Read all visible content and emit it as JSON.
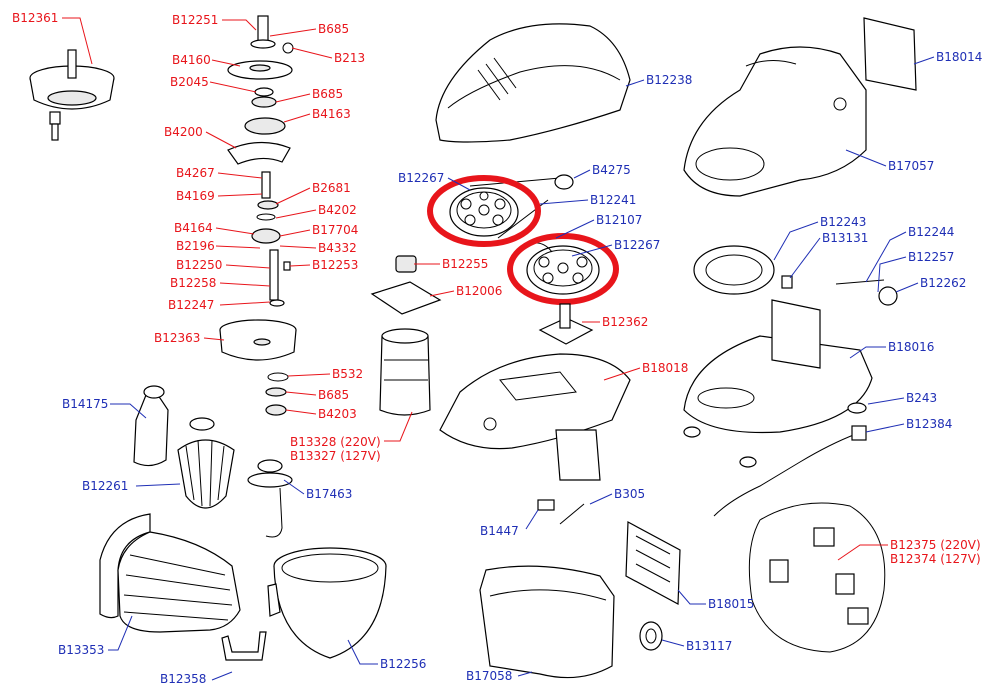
{
  "colors": {
    "red": "#e8151b",
    "blue": "#1f2fb5",
    "ink": "#000000",
    "highlight": "#e8151b"
  },
  "labels": [
    {
      "id": "B12361",
      "text": "B12361",
      "color": "red"
    },
    {
      "id": "B12251",
      "text": "B12251",
      "color": "red"
    },
    {
      "id": "B685a",
      "text": "B685",
      "color": "red"
    },
    {
      "id": "B213",
      "text": "B213",
      "color": "red"
    },
    {
      "id": "B4160",
      "text": "B4160",
      "color": "red"
    },
    {
      "id": "B2045",
      "text": "B2045",
      "color": "red"
    },
    {
      "id": "B685b",
      "text": "B685",
      "color": "red"
    },
    {
      "id": "B4163",
      "text": "B4163",
      "color": "red"
    },
    {
      "id": "B4200",
      "text": "B4200",
      "color": "red"
    },
    {
      "id": "B4267",
      "text": "B4267",
      "color": "red"
    },
    {
      "id": "B4169",
      "text": "B4169",
      "color": "red"
    },
    {
      "id": "B2681",
      "text": "B2681",
      "color": "red"
    },
    {
      "id": "B4202",
      "text": "B4202",
      "color": "red"
    },
    {
      "id": "B4164",
      "text": "B4164",
      "color": "red"
    },
    {
      "id": "B17704",
      "text": "B17704",
      "color": "red"
    },
    {
      "id": "B2196",
      "text": "B2196",
      "color": "red"
    },
    {
      "id": "B4332",
      "text": "B4332",
      "color": "red"
    },
    {
      "id": "B12250",
      "text": "B12250",
      "color": "red"
    },
    {
      "id": "B12253",
      "text": "B12253",
      "color": "red"
    },
    {
      "id": "B12258",
      "text": "B12258",
      "color": "red"
    },
    {
      "id": "B12247",
      "text": "B12247",
      "color": "red"
    },
    {
      "id": "B12363",
      "text": "B12363",
      "color": "red"
    },
    {
      "id": "B532",
      "text": "B532",
      "color": "red"
    },
    {
      "id": "B685c",
      "text": "B685",
      "color": "red"
    },
    {
      "id": "B4203",
      "text": "B4203",
      "color": "red"
    },
    {
      "id": "B14175",
      "text": "B14175",
      "color": "blue"
    },
    {
      "id": "B12261",
      "text": "B12261",
      "color": "blue"
    },
    {
      "id": "B17463",
      "text": "B17463",
      "color": "blue"
    },
    {
      "id": "B13353",
      "text": "B13353",
      "color": "blue"
    },
    {
      "id": "B12358",
      "text": "B12358",
      "color": "blue"
    },
    {
      "id": "B12256",
      "text": "B12256",
      "color": "blue"
    },
    {
      "id": "B12238",
      "text": "B12238",
      "color": "blue"
    },
    {
      "id": "B12267a",
      "text": "B12267",
      "color": "blue"
    },
    {
      "id": "B4275",
      "text": "B4275",
      "color": "blue"
    },
    {
      "id": "B12241",
      "text": "B12241",
      "color": "blue"
    },
    {
      "id": "B12107",
      "text": "B12107",
      "color": "blue"
    },
    {
      "id": "B12267b",
      "text": "B12267",
      "color": "blue"
    },
    {
      "id": "B12255",
      "text": "B12255",
      "color": "red"
    },
    {
      "id": "B12006",
      "text": "B12006",
      "color": "red"
    },
    {
      "id": "B12362",
      "text": "B12362",
      "color": "red"
    },
    {
      "id": "B18018",
      "text": "B18018",
      "color": "red"
    },
    {
      "id": "B13328",
      "text": "B13328 (220V)",
      "color": "red"
    },
    {
      "id": "B13327",
      "text": "B13327 (127V)",
      "color": "red"
    },
    {
      "id": "B305",
      "text": "B305",
      "color": "blue"
    },
    {
      "id": "B1447",
      "text": "B1447",
      "color": "blue"
    },
    {
      "id": "B18015",
      "text": "B18015",
      "color": "blue"
    },
    {
      "id": "B17058",
      "text": "B17058",
      "color": "blue"
    },
    {
      "id": "B13117",
      "text": "B13117",
      "color": "blue"
    },
    {
      "id": "B18014",
      "text": "B18014",
      "color": "blue"
    },
    {
      "id": "B17057",
      "text": "B17057",
      "color": "blue"
    },
    {
      "id": "B12243",
      "text": "B12243",
      "color": "blue"
    },
    {
      "id": "B13131",
      "text": "B13131",
      "color": "blue"
    },
    {
      "id": "B12244",
      "text": "B12244",
      "color": "blue"
    },
    {
      "id": "B12257",
      "text": "B12257",
      "color": "blue"
    },
    {
      "id": "B12262",
      "text": "B12262",
      "color": "blue"
    },
    {
      "id": "B18016",
      "text": "B18016",
      "color": "blue"
    },
    {
      "id": "B243",
      "text": "B243",
      "color": "blue"
    },
    {
      "id": "B12384",
      "text": "B12384",
      "color": "blue"
    },
    {
      "id": "B12375",
      "text": "B12375  (220V)",
      "color": "red"
    },
    {
      "id": "B12374",
      "text": "B12374  (127V)",
      "color": "red"
    }
  ]
}
